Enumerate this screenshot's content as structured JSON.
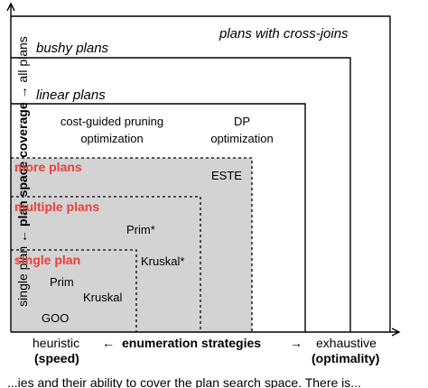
{
  "axes": {
    "y_label_main": "plan space coverage",
    "y_label_start": "single plan",
    "y_label_end": "all plans",
    "x_label_main": "enumeration strategies",
    "x_start": "heuristic",
    "x_start_sub": "(speed)",
    "x_end": "exhaustive",
    "x_end_sub": "(optimality)"
  },
  "regions": {
    "cross_joins": "plans with cross-joins",
    "bushy": "bushy plans",
    "linear": "linear plans"
  },
  "categories": {
    "cost_guided_line1": "cost-guided pruning",
    "cost_guided_line2": "optimization",
    "dp_line1": "DP",
    "dp_line2": "optimization"
  },
  "coverage_levels": {
    "more_plans": "more plans",
    "multiple_plans": "multiple plans",
    "single_plan": "single plan"
  },
  "algorithms": {
    "este": "ESTE",
    "prim_star": "Prim*",
    "kruskal_star": "Kruskal*",
    "prim": "Prim",
    "kruskal": "Kruskal",
    "goo": "GOO"
  },
  "caption_fragment": "...ies and their ability to cover the plan search space. There is..."
}
